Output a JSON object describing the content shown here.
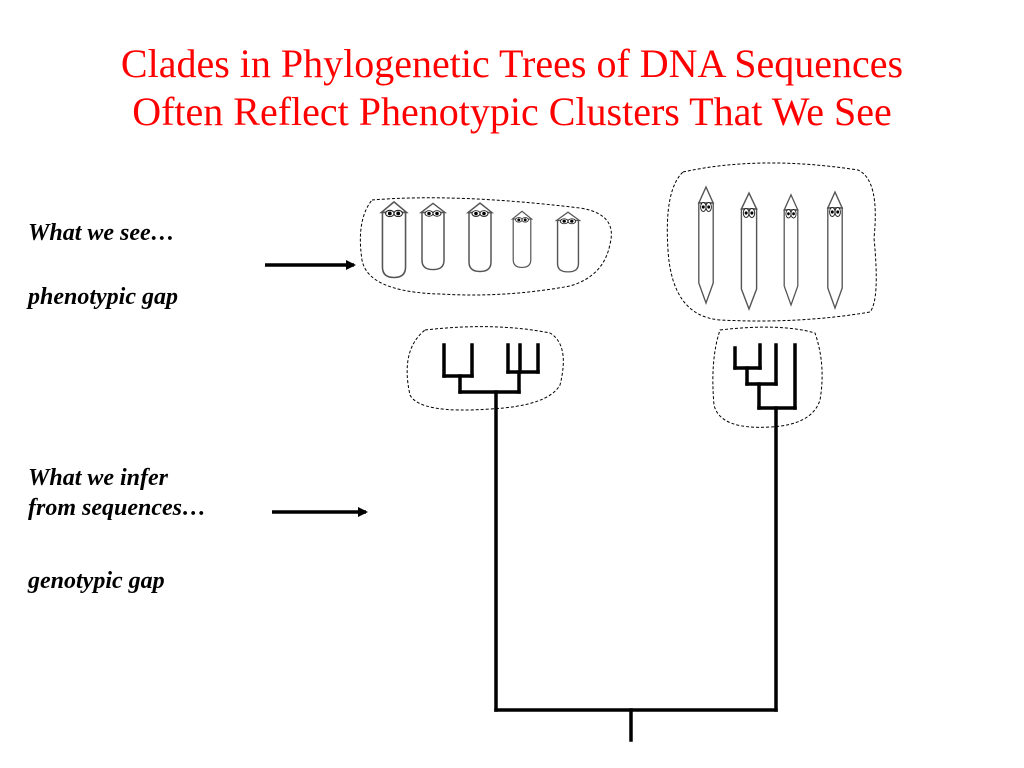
{
  "title": {
    "line1": "Clades in Phylogenetic Trees of DNA Sequences",
    "line2": "Often Reflect Phenotypic Clusters That We See"
  },
  "labels": {
    "what_we_see": "What we see…",
    "phenotypic_gap": "phenotypic gap",
    "what_we_infer_line1": "What we infer",
    "what_we_infer_line2": "from sequences…",
    "genotypic_gap": "genotypic gap"
  },
  "colors": {
    "title": "#ff0000",
    "text": "#000000",
    "lines": "#000000"
  }
}
